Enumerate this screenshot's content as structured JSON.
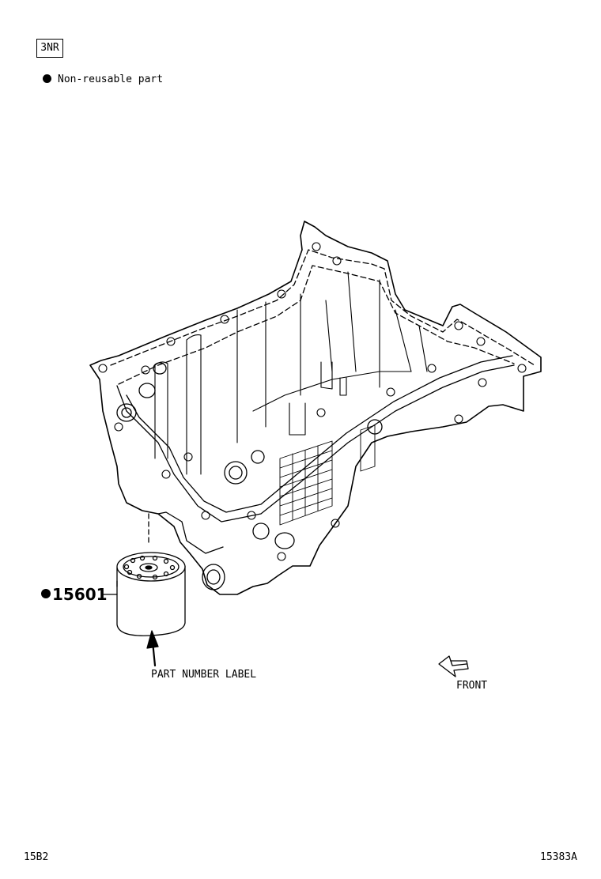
{
  "header": {
    "engine_code": "3NR",
    "legend_text": "Non-reusable part",
    "legend_icon": "filled-circle-icon"
  },
  "callouts": {
    "part_number": "15601",
    "part_number_label": "PART NUMBER LABEL",
    "front_label": "FRONT",
    "front_icon": "front-arrow-icon"
  },
  "footer": {
    "page_code": "15B2",
    "illustration_id": "15383A"
  },
  "colors": {
    "ink": "#000000",
    "paper": "#ffffff"
  }
}
